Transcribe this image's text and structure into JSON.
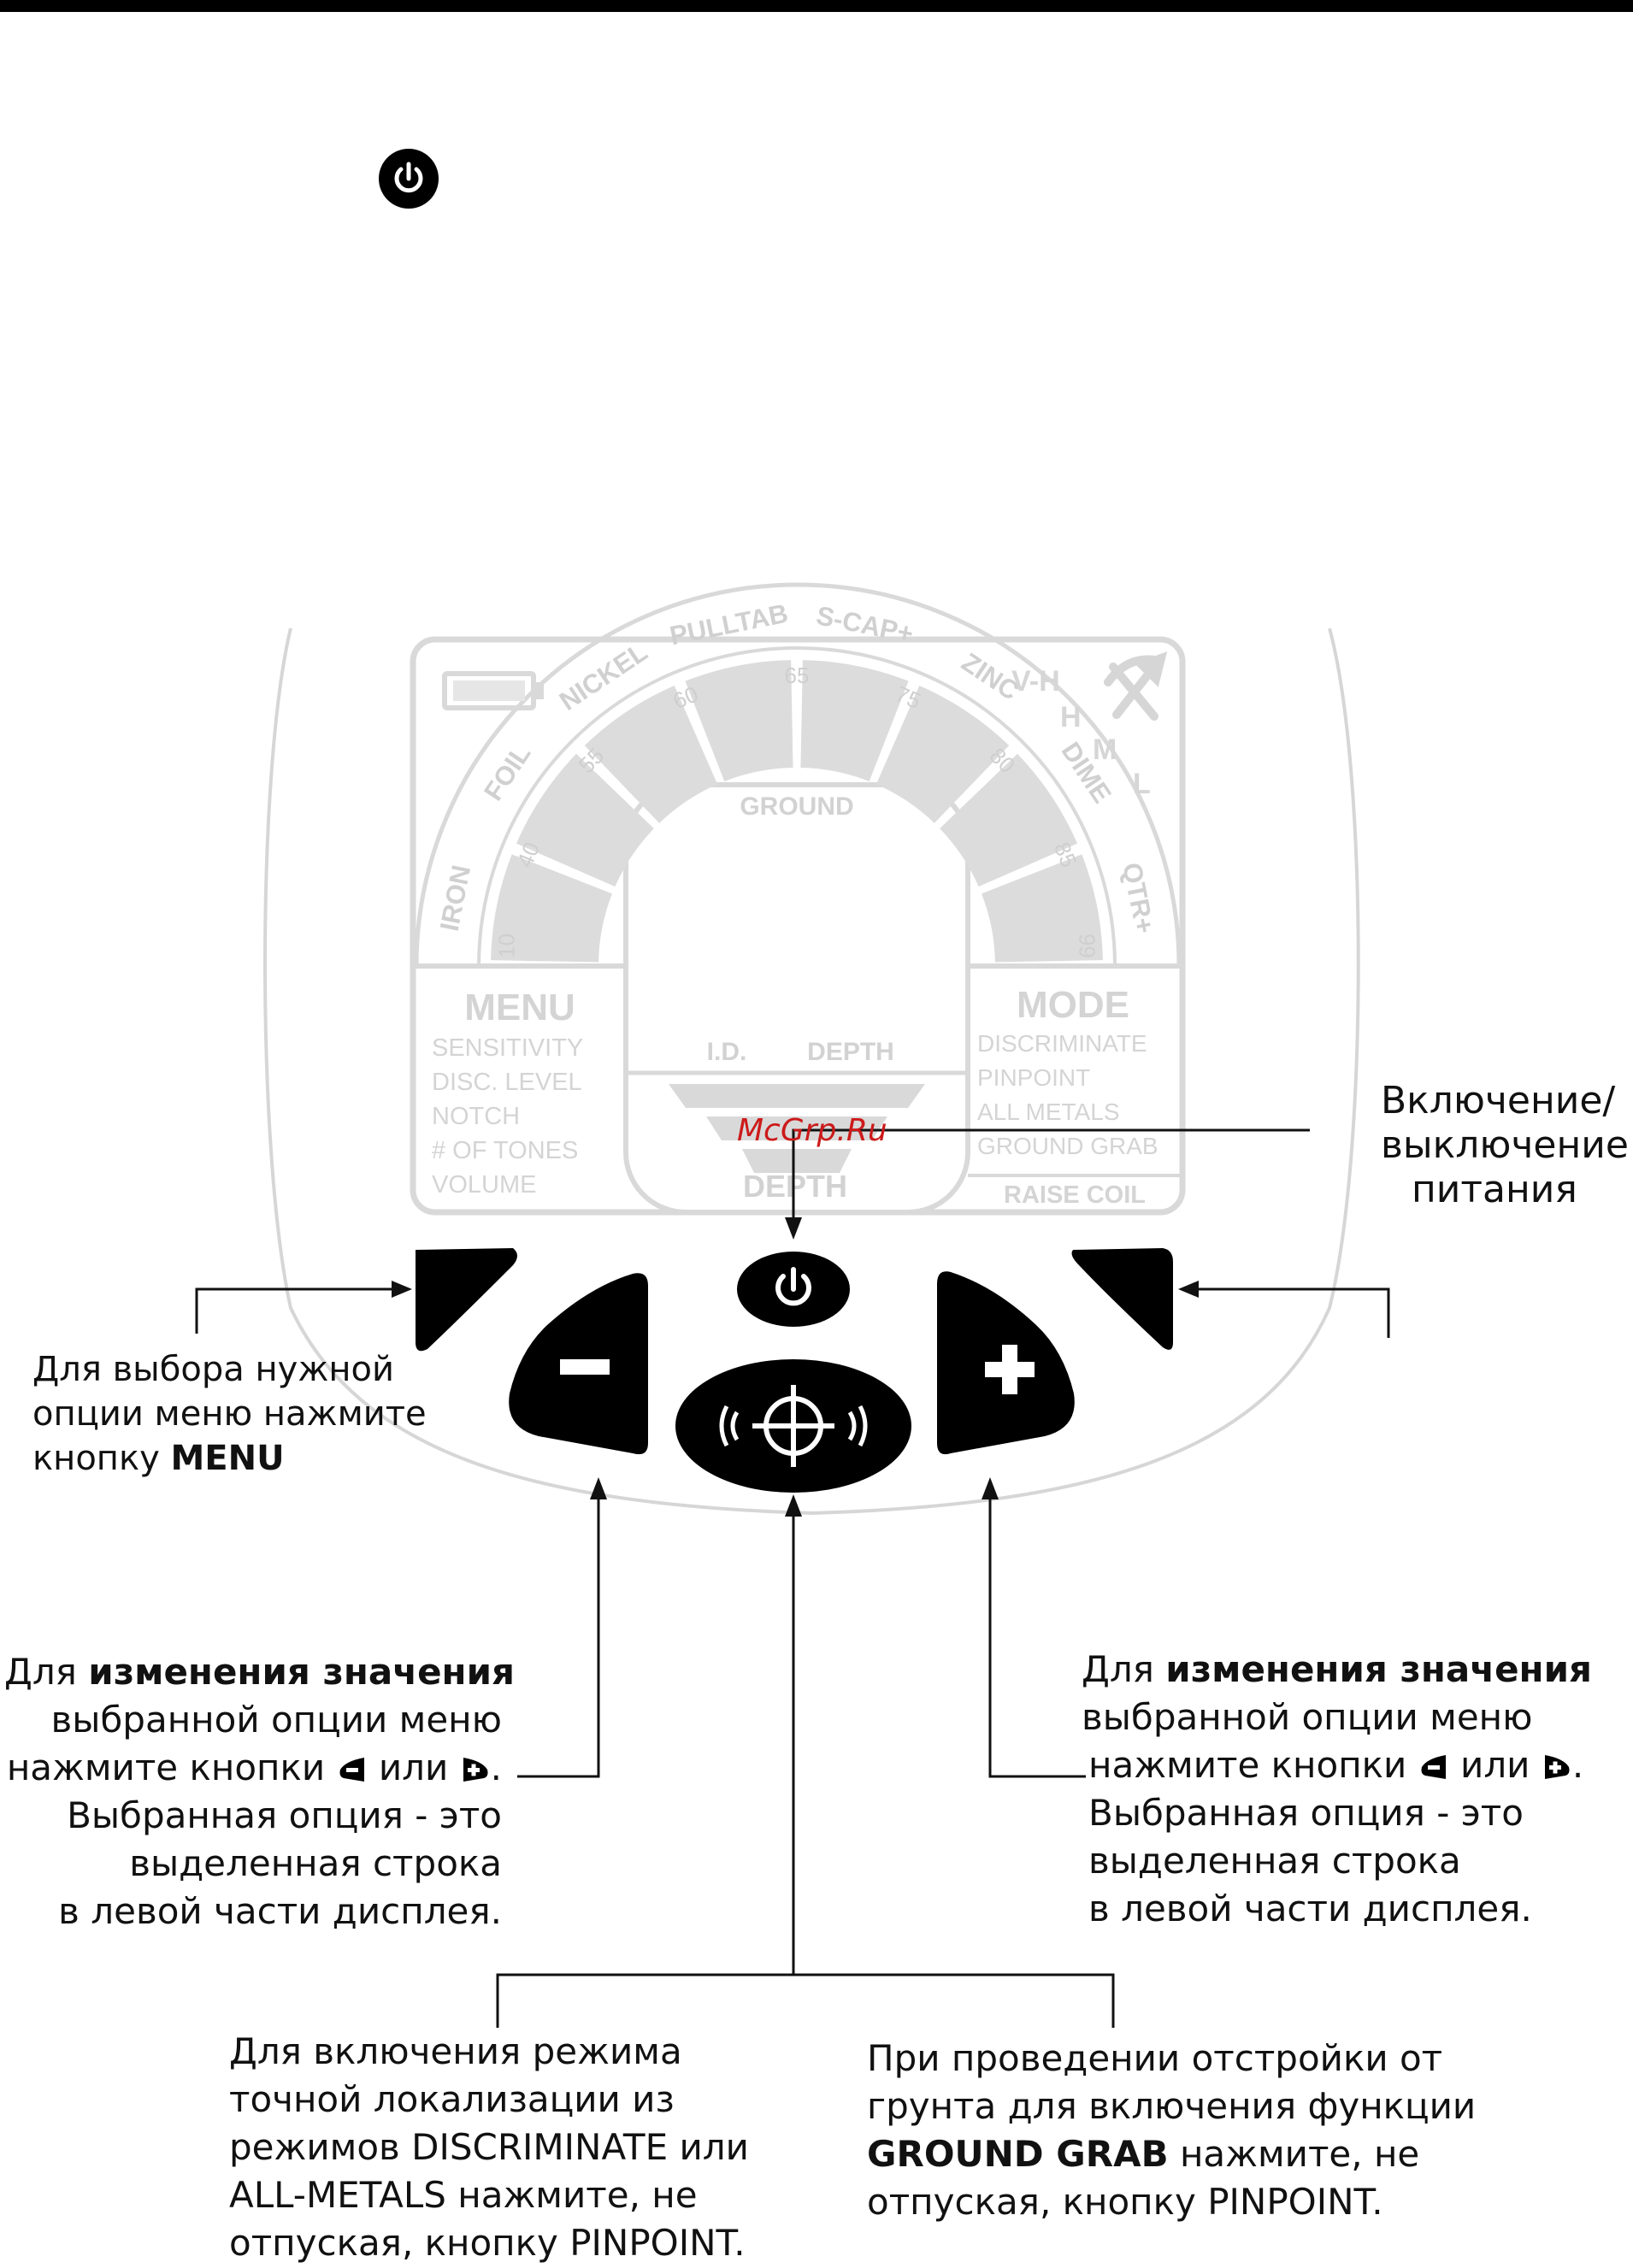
{
  "display": {
    "scale": {
      "categories": [
        "IRON",
        "FOIL",
        "NICKEL",
        "PULLTAB",
        "S-CAP+",
        "ZINC",
        "DIME",
        "QTR+"
      ],
      "numbers": [
        "10",
        "40",
        "55",
        "60",
        "65",
        "75",
        "80",
        "85",
        "99"
      ],
      "ground_label": "GROUND"
    },
    "soil": [
      "V-H",
      "H",
      "M",
      "L"
    ],
    "menu": {
      "title": "MENU",
      "items": [
        "SENSITIVITY",
        "DISC. LEVEL",
        "NOTCH",
        "# OF TONES",
        "VOLUME"
      ]
    },
    "mode": {
      "title": "MODE",
      "items": [
        "DISCRIMINATE",
        "PINPOINT",
        "ALL METALS",
        "GROUND GRAB"
      ],
      "raise": "RAISE COIL"
    },
    "center": {
      "id": "I.D.",
      "depth": "DEPTH",
      "depth_bottom": "DEPTH"
    }
  },
  "watermark": "McGrp.Ru",
  "callouts": {
    "power": [
      "Включение/",
      "выключение",
      "питания"
    ],
    "menu": [
      "Для выбора нужной",
      "опции меню нажмите",
      "кнопку "
    ],
    "menu_bold": "MENU",
    "left_change": {
      "l1_pre": "Для ",
      "l1_bold": "изменения значения",
      "l2": "выбранной опции меню",
      "l3_pre": "нажмите кнопки ",
      "l3_mid": " или ",
      "l3_end": ".",
      "l4": "Выбранная опция - это",
      "l5": "выделенная строка",
      "l6": "в левой части дисплея."
    },
    "right_change": {
      "l1_pre": "Для ",
      "l1_bold": "изменения значения",
      "l2": "выбранной опции меню",
      "l3_pre": "нажмите кнопки ",
      "l3_mid": " или ",
      "l3_end": ".",
      "l4": "Выбранная опция - это",
      "l5": "выделенная строка",
      "l6": "в левой части дисплея."
    },
    "pinpoint": [
      "Для включения режима",
      "точной локализации из",
      "режимов DISCRIMINATE или",
      "ALL-METALS нажмите, не",
      "отпуская, кнопку PINPOINT."
    ],
    "ground_grab": {
      "l1": "При проведении отстройки от",
      "l2": "грунта для включения функции",
      "l3_bold": "GROUND GRAB",
      "l3_rest": " нажмите, не",
      "l4": "отпуская, кнопку PINPOINT."
    }
  }
}
